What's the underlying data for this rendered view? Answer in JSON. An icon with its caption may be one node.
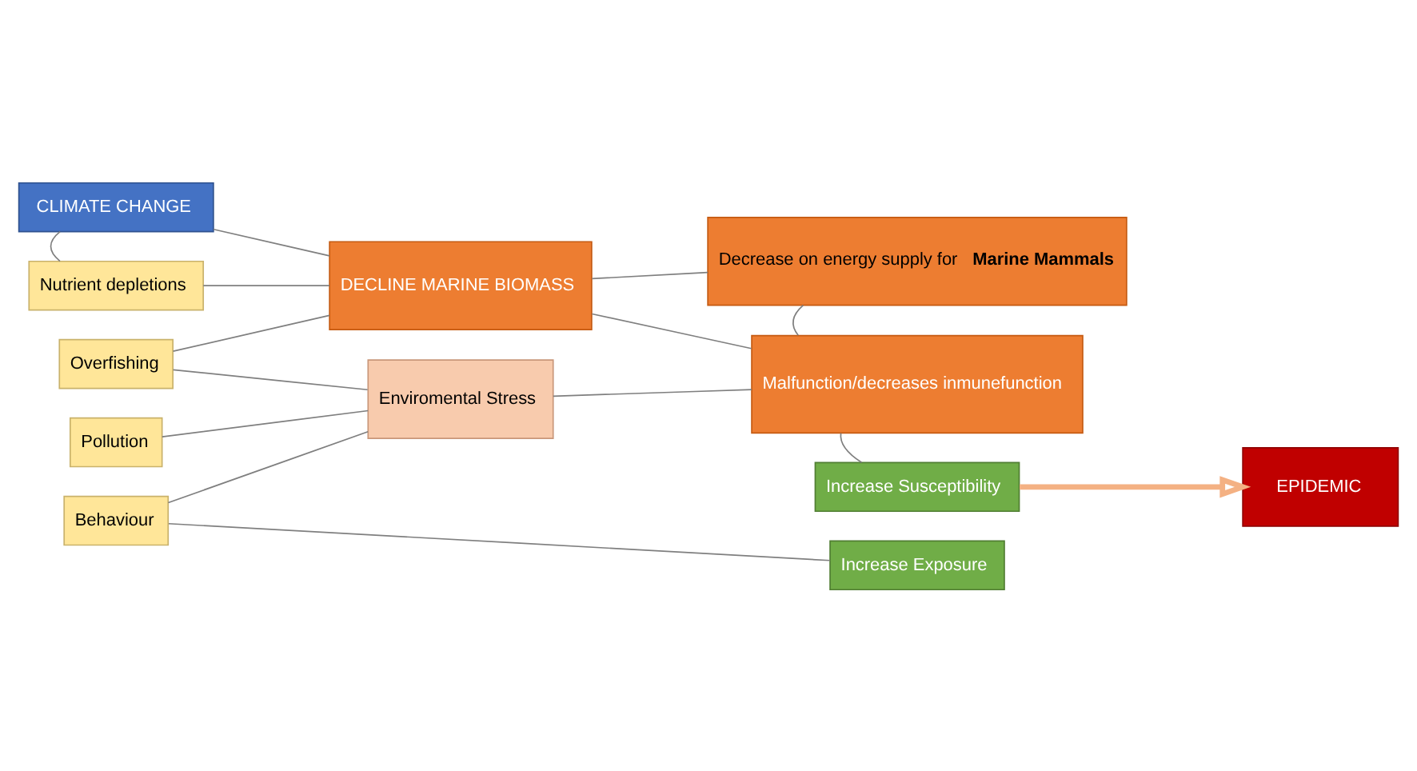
{
  "diagram": {
    "nodes": [
      {
        "text": [
          "CLIMATE CHANGE"
        ]
      },
      {
        "text": [
          "Nutrient depletions"
        ]
      },
      {
        "text": [
          "Overfishing"
        ]
      },
      {
        "text": [
          "Pollution"
        ]
      },
      {
        "text": [
          "Behaviour"
        ]
      },
      {
        "text": [
          "DECLINE MARINE BIOMASS"
        ]
      },
      {
        "text": [
          "Decrease on energy supply for **Marine Mammals**"
        ]
      },
      {
        "text": [
          "Malfunction/decreases inmunefunction"
        ]
      },
      {
        "text": [
          "Enviromental Stress"
        ]
      },
      {
        "text": [
          "Increase Susceptibility"
        ]
      },
      {
        "text": [
          "Increase Exposure"
        ]
      },
      {
        "text": [
          "EPIDEMIC"
        ]
      }
    ],
    "edges": [
      {
        "from": 0,
        "to": 5,
        "arrow": "none"
      },
      {
        "from": 0,
        "to": 1,
        "arrow": "none"
      },
      {
        "from": 1,
        "to": 5,
        "arrow": "none"
      },
      {
        "from": 2,
        "to": 5,
        "arrow": "none"
      },
      {
        "from": 2,
        "to": 8,
        "arrow": "none"
      },
      {
        "from": 3,
        "to": 8,
        "arrow": "none"
      },
      {
        "from": 4,
        "to": 8,
        "arrow": "none"
      },
      {
        "from": 4,
        "to": 10,
        "arrow": "none"
      },
      {
        "from": 5,
        "to": 6,
        "arrow": "none"
      },
      {
        "from": 5,
        "to": 7,
        "arrow": "none"
      },
      {
        "from": 6,
        "to": 7,
        "arrow": "none"
      },
      {
        "from": 8,
        "to": 7,
        "arrow": "none"
      },
      {
        "from": 7,
        "to": 9,
        "arrow": "none"
      },
      {
        "from": 9,
        "to": 11,
        "arrow": "to",
        "style": "thick",
        "color": "#f4b183"
      }
    ]
  }
}
